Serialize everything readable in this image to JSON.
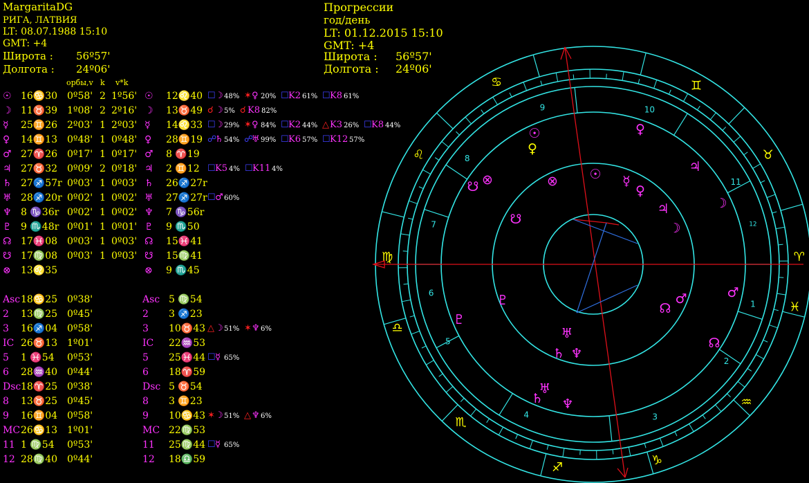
{
  "natal": {
    "name": "MargaritaDG",
    "place": "РИГА, ЛАТВИЯ",
    "lt": "LT: 08.07.1988  15:10",
    "gmt": "GMT: +4",
    "lat_label": "Широта :",
    "lat_value": "56º57'",
    "lon_label": "Долгота :",
    "lon_value": "24º06'"
  },
  "prog": {
    "title": "Прогрессии",
    "subtitle": "год/день",
    "lt": "LT: 01.12.2015  15:10",
    "gmt": "GMT: +4",
    "lat_label": "Широта :",
    "lat_value": "56º57'",
    "lon_label": "Долгота :",
    "lon_value": "24º06'"
  },
  "columns": {
    "orb": "орбы,v",
    "k": "k",
    "vk": "v*k"
  },
  "colors": {
    "bg": "#000000",
    "text": "#ffff00",
    "glyph": "#ff33ff",
    "ring": "#33e5e5",
    "axis": "#e0101a",
    "aspect_blue": "#2f6fe0"
  },
  "planets": [
    {
      "g": "☉",
      "pos": "16♋30",
      "orb": "0º58'",
      "k": "2",
      "vk": "1º56'",
      "pg": "☉",
      "ppos": "12♌40",
      "asp": [
        {
          "s": "☐",
          "c": "#4040ff",
          "p": "☽",
          "t": "48%"
        },
        {
          "s": "✶",
          "c": "#ff2020",
          "p": "♀",
          "t": "20%"
        },
        {
          "s": "☐",
          "c": "#4040ff",
          "p": "K2",
          "t": "61%"
        },
        {
          "s": "☐",
          "c": "#4040ff",
          "p": "K8",
          "t": "61%"
        }
      ]
    },
    {
      "g": "☽",
      "pos": "11♉39",
      "orb": "1º08'",
      "k": "2",
      "vk": "2º16'",
      "pg": "☽",
      "ppos": "13♉49",
      "asp": [
        {
          "s": "☌",
          "c": "#ff2020",
          "p": "☽",
          "t": "5%"
        },
        {
          "s": "☌",
          "c": "#ff2020",
          "p": "K8",
          "t": "82%"
        }
      ]
    },
    {
      "g": "☿",
      "pos": "25♊26",
      "orb": "2º03'",
      "k": "1",
      "vk": "2º03'",
      "pg": "☿",
      "ppos": "14♌33",
      "asp": [
        {
          "s": "☐",
          "c": "#4040ff",
          "p": "☽",
          "t": "29%"
        },
        {
          "s": "✶",
          "c": "#ff2020",
          "p": "♀",
          "t": "84%"
        },
        {
          "s": "☐",
          "c": "#4040ff",
          "p": "K2",
          "t": "44%"
        },
        {
          "s": "△",
          "c": "#ff2020",
          "p": "K3",
          "t": "26%"
        },
        {
          "s": "☐",
          "c": "#4040ff",
          "p": "K8",
          "t": "44%"
        }
      ]
    },
    {
      "g": "♀",
      "pos": "14♊13",
      "orb": "0º48'",
      "k": "1",
      "vk": "0º48'",
      "pg": "♀",
      "ppos": "28♊19",
      "asp": [
        {
          "s": "☍",
          "c": "#4040ff",
          "p": "♄",
          "t": "54%"
        },
        {
          "s": "☍",
          "c": "#4040ff",
          "p": "♅",
          "t": "99%"
        },
        {
          "s": "☐",
          "c": "#4040ff",
          "p": "K6",
          "t": "57%"
        },
        {
          "s": "☐",
          "c": "#4040ff",
          "p": "K12",
          "t": "57%"
        }
      ]
    },
    {
      "g": "♂",
      "pos": "27♈26",
      "orb": "0º17'",
      "k": "1",
      "vk": "0º17'",
      "pg": "♂",
      "ppos": "8 ♈19",
      "asp": []
    },
    {
      "g": "♃",
      "pos": "27♉32",
      "orb": "0º09'",
      "k": "2",
      "vk": "0º18'",
      "pg": "♃",
      "ppos": "2 ♊12",
      "asp": [
        {
          "s": "☐",
          "c": "#4040ff",
          "p": "K5",
          "t": "4%"
        },
        {
          "s": "☐",
          "c": "#4040ff",
          "p": "K11",
          "t": "4%"
        }
      ]
    },
    {
      "g": "♄",
      "pos": "27♐57r",
      "orb": "0º03'",
      "k": "1",
      "vk": "0º03'",
      "pg": "♄",
      "ppos": "26♐27r",
      "asp": []
    },
    {
      "g": "♅",
      "pos": "28♐20r",
      "orb": "0º02'",
      "k": "1",
      "vk": "0º02'",
      "pg": "♅",
      "ppos": "27♐27r",
      "asp": [
        {
          "s": "☐",
          "c": "#4040ff",
          "p": "♂",
          "t": "60%"
        }
      ]
    },
    {
      "g": "♆",
      "pos": "8 ♑36r",
      "orb": "0º02'",
      "k": "1",
      "vk": "0º02'",
      "pg": "♆",
      "ppos": "7 ♑56r",
      "asp": []
    },
    {
      "g": "♇",
      "pos": "9 ♏48r",
      "orb": "0º01'",
      "k": "1",
      "vk": "0º01'",
      "pg": "♇",
      "ppos": "9 ♏50",
      "asp": []
    },
    {
      "g": "☊",
      "pos": "17♓08",
      "orb": "0º03'",
      "k": "1",
      "vk": "0º03'",
      "pg": "☊",
      "ppos": "15♓41",
      "asp": []
    },
    {
      "g": "☋",
      "pos": "17♍08",
      "orb": "0º03'",
      "k": "1",
      "vk": "0º03'",
      "pg": "☋",
      "ppos": "15♍41",
      "asp": []
    },
    {
      "g": "⊗",
      "pos": "13♌35",
      "orb": "",
      "k": "",
      "vk": "",
      "pg": "⊗",
      "ppos": "9 ♏45",
      "asp": []
    }
  ],
  "houses": [
    {
      "g": "Asc",
      "pos": "18♋25",
      "orb": "0º38'",
      "pg": "Asc",
      "ppos": "5 ♍54",
      "asp": []
    },
    {
      "g": "2",
      "pos": "13♍25",
      "orb": "0º45'",
      "pg": "2",
      "ppos": "3 ♐23",
      "asp": []
    },
    {
      "g": "3",
      "pos": "16♐04",
      "orb": "0º58'",
      "pg": "3",
      "ppos": "10♉43",
      "asp": [
        {
          "s": "△",
          "c": "#ff2020",
          "p": "☽",
          "t": "51%"
        },
        {
          "s": "✶",
          "c": "#ff2020",
          "p": "♆",
          "t": "6%"
        }
      ]
    },
    {
      "g": "IC",
      "pos": "26♉13",
      "orb": "1º01'",
      "pg": "IC",
      "ppos": "22♒53",
      "asp": []
    },
    {
      "g": "5",
      "pos": "1 ♓54",
      "orb": "0º53'",
      "pg": "5",
      "ppos": "25♓44",
      "asp": [
        {
          "s": "☐",
          "c": "#4040ff",
          "p": "☿",
          "t": "65%"
        }
      ]
    },
    {
      "g": "6",
      "pos": "28♒40",
      "orb": "0º44'",
      "pg": "6",
      "ppos": "18♈59",
      "asp": []
    },
    {
      "g": "Dsc",
      "pos": "18♈25",
      "orb": "0º38'",
      "pg": "Dsc",
      "ppos": "5 ♉54",
      "asp": []
    },
    {
      "g": "8",
      "pos": "13♉25",
      "orb": "0º45'",
      "pg": "8",
      "ppos": "3 ♊23",
      "asp": []
    },
    {
      "g": "9",
      "pos": "16♊04",
      "orb": "0º58'",
      "pg": "9",
      "ppos": "10♋43",
      "asp": [
        {
          "s": "✶",
          "c": "#ff2020",
          "p": "☽",
          "t": "51%"
        },
        {
          "s": "△",
          "c": "#ff2020",
          "p": "♆",
          "t": "6%"
        }
      ]
    },
    {
      "g": "MC",
      "pos": "26♋13",
      "orb": "1º01'",
      "pg": "MC",
      "ppos": "22♍53",
      "asp": []
    },
    {
      "g": "11",
      "pos": "1 ♍54",
      "orb": "0º53'",
      "pg": "11",
      "ppos": "25♍44",
      "asp": [
        {
          "s": "☐",
          "c": "#4040ff",
          "p": "☿",
          "t": "65%"
        }
      ]
    },
    {
      "g": "12",
      "pos": "28♍40",
      "orb": "0º44'",
      "pg": "12",
      "ppos": "18♎59",
      "asp": []
    }
  ],
  "wheel": {
    "signs": [
      {
        "g": "♋",
        "c": "#ffff00"
      },
      {
        "g": "♌",
        "c": "#ffff00"
      },
      {
        "g": "♍",
        "c": "#ffff00"
      },
      {
        "g": "♎",
        "c": "#ffff00"
      },
      {
        "g": "♏",
        "c": "#ffff00"
      },
      {
        "g": "♐",
        "c": "#ffff00"
      },
      {
        "g": "♑",
        "c": "#ffff00"
      },
      {
        "g": "♒",
        "c": "#ffff00"
      },
      {
        "g": "♓",
        "c": "#ffff00"
      },
      {
        "g": "♈",
        "c": "#ffff00"
      },
      {
        "g": "♉",
        "c": "#ffff00"
      },
      {
        "g": "♊",
        "c": "#ffff00"
      }
    ],
    "house_numbers": [
      "1",
      "2",
      "3",
      "4",
      "5",
      "6",
      "7",
      "8",
      "9",
      "10",
      "11",
      "12"
    ],
    "outer_planets": [
      {
        "g": "☉",
        "c": "#ff33ff"
      },
      {
        "g": "♀",
        "c": "#ffff00"
      },
      {
        "g": "♀",
        "c": "#ff33ff"
      },
      {
        "g": "♃",
        "c": "#ff33ff"
      },
      {
        "g": "☽",
        "c": "#ff33ff"
      },
      {
        "g": "♂",
        "c": "#ff33ff"
      },
      {
        "g": "☊",
        "c": "#ff33ff"
      },
      {
        "g": "♅",
        "c": "#ff33ff"
      },
      {
        "g": "♄",
        "c": "#ff33ff"
      },
      {
        "g": "♆",
        "c": "#ff33ff"
      },
      {
        "g": "♇",
        "c": "#ff33ff"
      },
      {
        "g": "☋",
        "c": "#ff33ff"
      },
      {
        "g": "⊗",
        "c": "#ff33ff"
      }
    ],
    "inner_planets": [
      {
        "g": "☉",
        "c": "#ff33ff"
      },
      {
        "g": "⊗",
        "c": "#ff33ff"
      },
      {
        "g": "☿",
        "c": "#ff33ff"
      },
      {
        "g": "♀",
        "c": "#ff33ff"
      },
      {
        "g": "♃",
        "c": "#ff33ff"
      },
      {
        "g": "☽",
        "c": "#ff33ff"
      },
      {
        "g": "♂",
        "c": "#ff33ff"
      },
      {
        "g": "☊",
        "c": "#ff33ff"
      },
      {
        "g": "♅",
        "c": "#ff33ff"
      },
      {
        "g": "♄",
        "c": "#ff33ff"
      },
      {
        "g": "♆",
        "c": "#ff33ff"
      },
      {
        "g": "♇",
        "c": "#ff33ff"
      },
      {
        "g": "☋",
        "c": "#ff33ff"
      }
    ]
  }
}
